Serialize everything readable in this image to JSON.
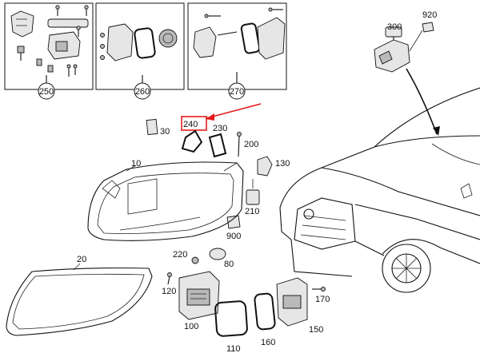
{
  "callouts": {
    "box_250": "250",
    "box_260": "260",
    "box_270": "270",
    "p300": "300",
    "p920": "920",
    "p30": "30",
    "p240": "240",
    "p230": "230",
    "p200": "200",
    "p10": "10",
    "p130": "130",
    "p210": "210",
    "p900": "900",
    "p20": "20",
    "p220": "220",
    "p80": "80",
    "p120": "120",
    "p100": "100",
    "p110": "110",
    "p160": "160",
    "p150": "150",
    "p170": "170"
  },
  "highlight": {
    "target": "240",
    "color": "#e41b1b"
  }
}
